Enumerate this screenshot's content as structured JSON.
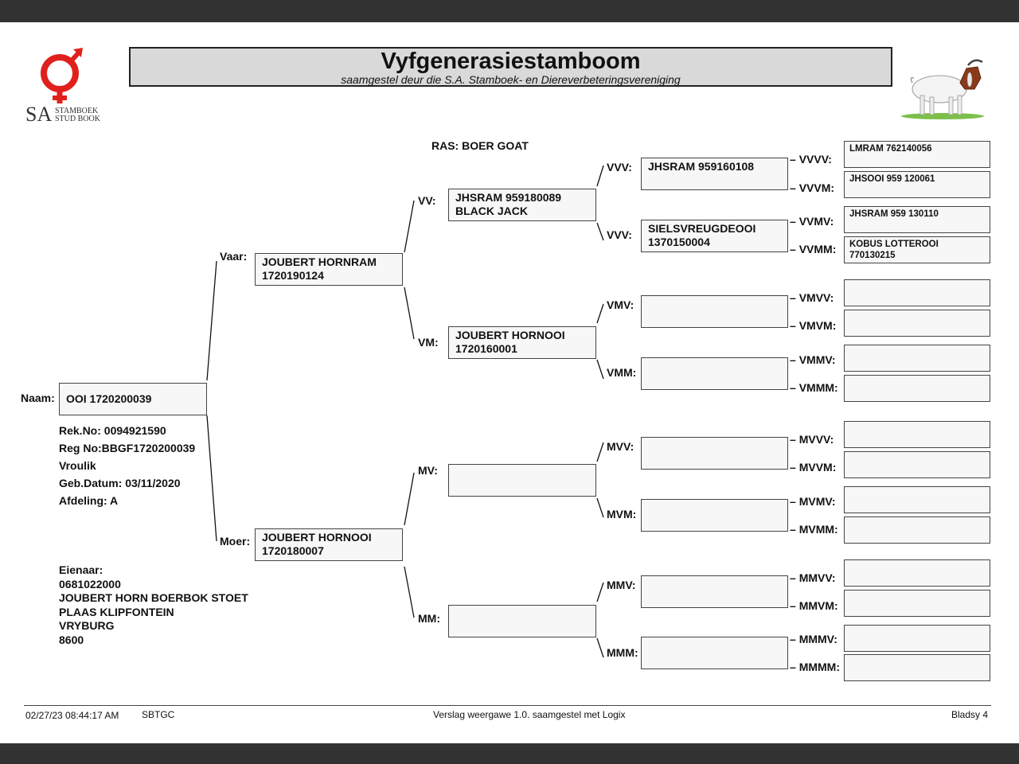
{
  "header": {
    "title": "Vyfgenerasiestamboom",
    "subtitle": "saamgestel deur die S.A. Stamboek- en Diereverbeteringsvereniging",
    "logo": {
      "sa": "SA",
      "line1": "STAMBOEK",
      "line2": "STUD BOOK",
      "color": "#e0201c"
    },
    "ras": "RAS: BOER GOAT"
  },
  "animal": {
    "naam_label": "Naam:",
    "naam": "OOI 1720200039",
    "rek_no": "Rek.No: 0094921590",
    "reg_no": "Reg No:BBGF1720200039",
    "sex": "Vroulik",
    "geb_datum": "Geb.Datum: 03/11/2020",
    "afdeling": "Afdeling: A"
  },
  "owner": {
    "label": "Eienaar:",
    "lines": [
      "0681022000",
      "JOUBERT HORN BOERBOK STOET",
      "PLAAS KLIPFONTEIN",
      "VRYBURG",
      "8600"
    ]
  },
  "gen1": {
    "vaar": {
      "label": "Vaar:",
      "name": "JOUBERT HORNRAM\n1720190124"
    },
    "moer": {
      "label": "Moer:",
      "name": "JOUBERT HORNOOI\n1720180007"
    }
  },
  "gen2": {
    "vv": {
      "label": "VV:",
      "name": "JHSRAM 959180089\nBLACK JACK"
    },
    "vm": {
      "label": "VM:",
      "name": "JOUBERT HORNOOI\n1720160001"
    },
    "mv": {
      "label": "MV:",
      "name": ""
    },
    "mm": {
      "label": "MM:",
      "name": ""
    }
  },
  "gen3": {
    "vvv": {
      "label": "VVV:",
      "name": "JHSRAM 959160108"
    },
    "vvm": {
      "label": "VVV:",
      "name": "SIELSVREUGDEOOI\n1370150004"
    },
    "vmv": {
      "label": "VMV:",
      "name": ""
    },
    "vmm": {
      "label": "VMM:",
      "name": ""
    },
    "mvv": {
      "label": "MVV:",
      "name": ""
    },
    "mvm": {
      "label": "MVM:",
      "name": ""
    },
    "mmv": {
      "label": "MMV:",
      "name": ""
    },
    "mmm": {
      "label": "MMM:",
      "name": ""
    }
  },
  "gen4": {
    "vvvv": {
      "label": "VVVV:",
      "name": "LMRAM 762140056"
    },
    "vvvm": {
      "label": "VVVM:",
      "name": "JHSOOI 959 120061"
    },
    "vvmv": {
      "label": "VVMV:",
      "name": "JHSRAM 959 130110"
    },
    "vvmm": {
      "label": "VVMM:",
      "name": "KOBUS LOTTEROOI\n770130215"
    },
    "vmvv": {
      "label": "VMVV:",
      "name": ""
    },
    "vmvm": {
      "label": "VMVM:",
      "name": ""
    },
    "vmmv": {
      "label": "VMMV:",
      "name": ""
    },
    "vmmm": {
      "label": "VMMM:",
      "name": ""
    },
    "mvvv": {
      "label": "MVVV:",
      "name": ""
    },
    "mvvm": {
      "label": "MVVM:",
      "name": ""
    },
    "mvmv": {
      "label": "MVMV:",
      "name": ""
    },
    "mvmm": {
      "label": "MVMM:",
      "name": ""
    },
    "mmvv": {
      "label": "MMVV:",
      "name": ""
    },
    "mmvm": {
      "label": "MMVM:",
      "name": ""
    },
    "mmmv": {
      "label": "MMMV:",
      "name": ""
    },
    "mmmm": {
      "label": "MMMM:",
      "name": ""
    }
  },
  "footer": {
    "timestamp": "02/27/23 08:44:17 AM",
    "code": "SBTGC",
    "report": "Verslag weergawe 1.0. saamgestel met Logix",
    "page": "Bladsy 4"
  }
}
